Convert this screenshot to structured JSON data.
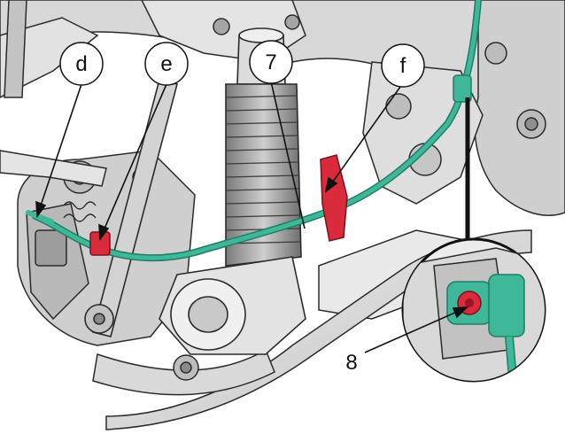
{
  "callouts": {
    "d": "d",
    "e": "e",
    "seven": "7",
    "f": "f",
    "eight": "8"
  },
  "colors": {
    "background": "#ffffff",
    "metal_light": "#e6e6e6",
    "metal_mid": "#c9c9c9",
    "metal_dark": "#8f8f8f",
    "outline": "#2b2b2b",
    "wire_green": "#3fb89a",
    "wire_dark": "#1f7d66",
    "clip_red": "#d92b3c",
    "leader": "#111111"
  }
}
